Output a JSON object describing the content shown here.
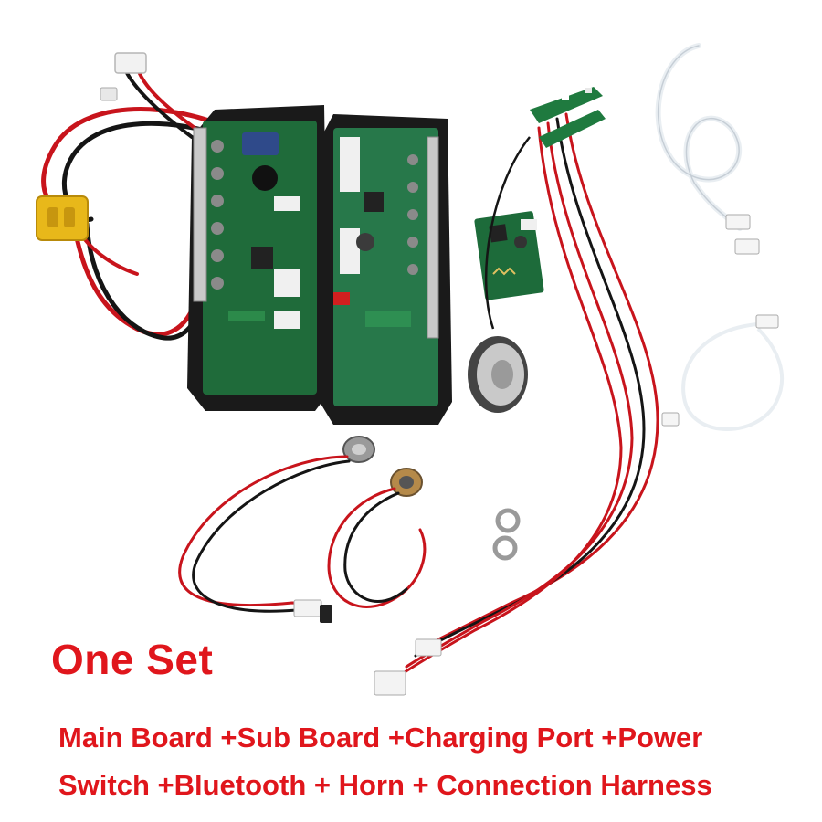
{
  "caption": {
    "title": "One Set",
    "line1": "Main Board +Sub Board +Charging Port +Power",
    "line2": "Switch +Bluetooth + Horn + Connection Harness"
  },
  "colors": {
    "caption_red": "#e0161c",
    "pcb_green": "#1f6b3a",
    "frame_black": "#1a1a1a",
    "wire_red": "#c8141c",
    "wire_black": "#151515",
    "cable_white": "#e9eef2"
  }
}
